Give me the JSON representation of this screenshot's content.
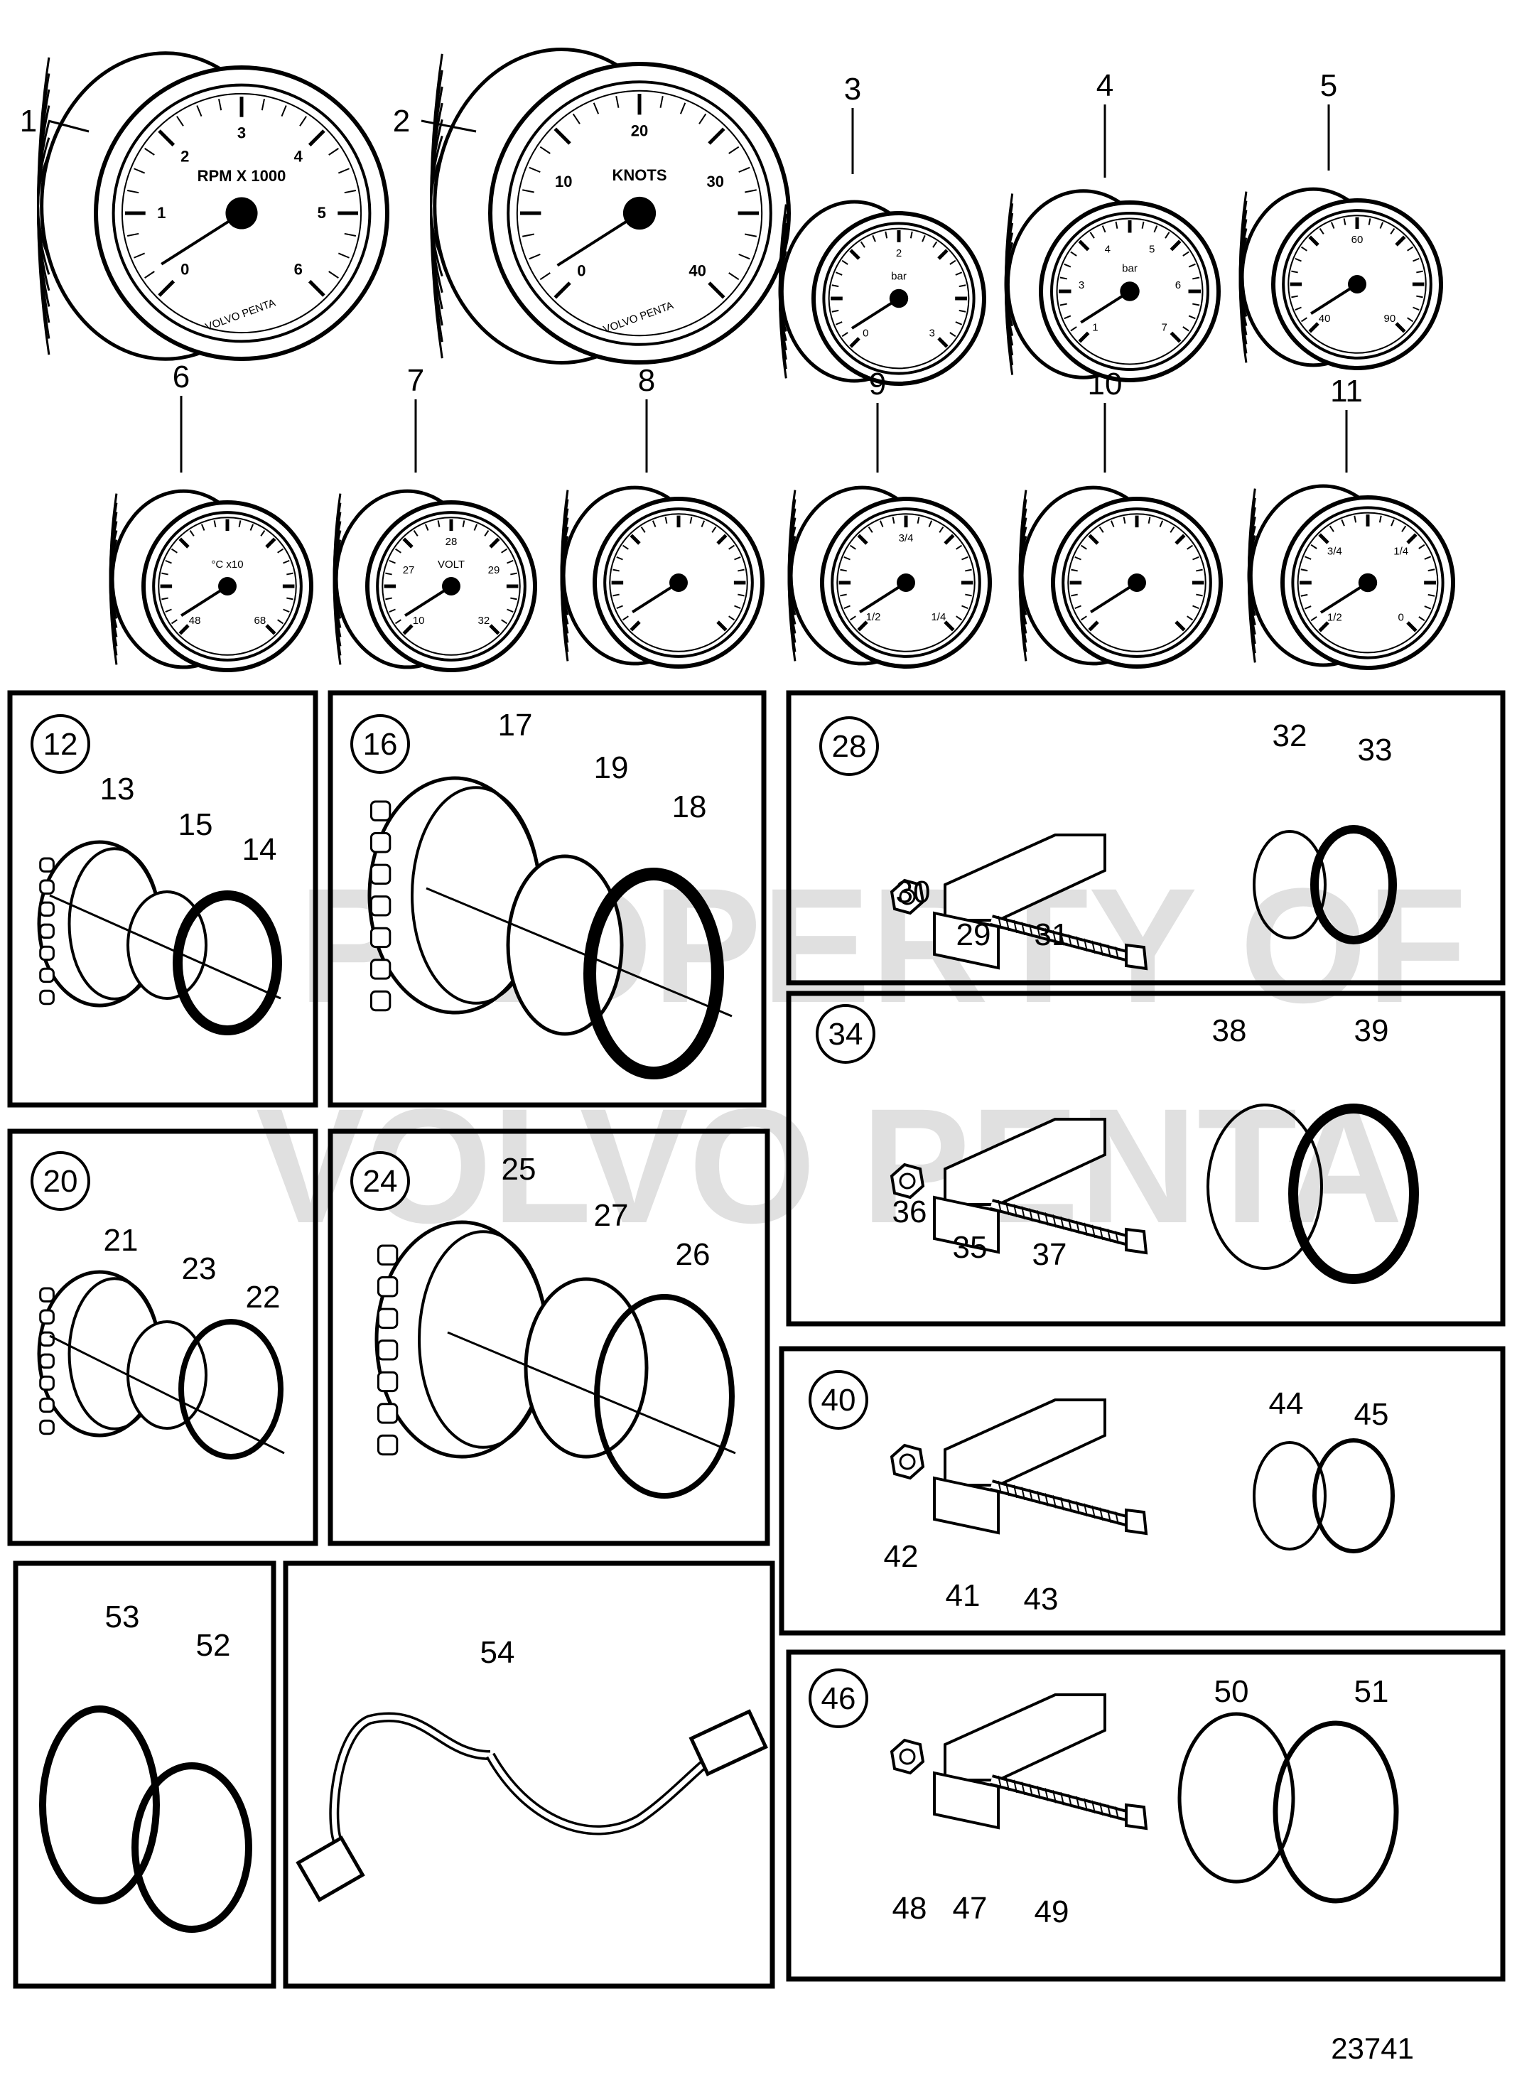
{
  "drawing_number": "23741",
  "watermark": {
    "line1": "PROPERTY OF",
    "line2": "VOLVO PENTA"
  },
  "gauges": [
    {
      "n": "1",
      "caption": "RPM X 1000",
      "scale": [
        "0",
        "1",
        "2",
        "3",
        "4",
        "5",
        "6"
      ]
    },
    {
      "n": "2",
      "caption": "KNOTS",
      "scale": [
        "0",
        "10",
        "20",
        "30",
        "40"
      ]
    },
    {
      "n": "3",
      "caption": "bar",
      "scale": [
        "0",
        "2",
        "3"
      ]
    },
    {
      "n": "4",
      "caption": "bar",
      "scale": [
        "1",
        "3",
        "4",
        "5",
        "6",
        "7"
      ]
    },
    {
      "n": "5",
      "caption": "",
      "scale": [
        "40",
        "60",
        "90"
      ]
    },
    {
      "n": "6",
      "caption": "°C x10",
      "scale": [
        "48",
        "68"
      ]
    },
    {
      "n": "7",
      "caption": "VOLT",
      "scale": [
        "10",
        "27",
        "28",
        "29",
        "32"
      ]
    },
    {
      "n": "8",
      "caption": "",
      "scale": []
    },
    {
      "n": "9",
      "caption": "",
      "scale": [
        "1/2",
        "3/4",
        "1/4"
      ]
    },
    {
      "n": "10",
      "caption": "",
      "scale": []
    },
    {
      "n": "11",
      "caption": "",
      "scale": [
        "1/2",
        "3/4",
        "1/4",
        "0"
      ]
    }
  ],
  "gauge_brand": "VOLVO PENTA",
  "kit_labels": {
    "k12": "12",
    "k13": "13",
    "k14": "14",
    "k15": "15",
    "k16": "16",
    "k17": "17",
    "k18": "18",
    "k19": "19",
    "k20": "20",
    "k21": "21",
    "k22": "22",
    "k23": "23",
    "k24": "24",
    "k25": "25",
    "k26": "26",
    "k27": "27",
    "k28": "28",
    "k29": "29",
    "k30": "30",
    "k31": "31",
    "k32": "32",
    "k33": "33",
    "k34": "34",
    "k35": "35",
    "k36": "36",
    "k37": "37",
    "k38": "38",
    "k39": "39",
    "k40": "40",
    "k41": "41",
    "k42": "42",
    "k43": "43",
    "k44": "44",
    "k45": "45",
    "k46": "46",
    "k47": "47",
    "k48": "48",
    "k49": "49",
    "k50": "50",
    "k51": "51",
    "k52": "52",
    "k53": "53",
    "k54": "54"
  }
}
